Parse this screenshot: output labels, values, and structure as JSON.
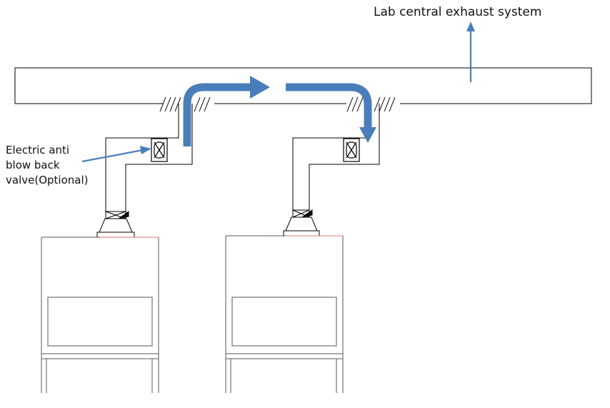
{
  "labels": {
    "exhaust_system": "Lab central exhaust system",
    "valve_line1": "Electric anti",
    "valve_line2": "blow back",
    "valve_line3": "valve(Optional)"
  },
  "colors": {
    "arrow": "#4a7ebb",
    "line": "#000000",
    "accent_red": "#e07070",
    "cabinet_line": "#555555"
  },
  "components": {
    "main_duct": "exhaust-duct",
    "valves": 2,
    "cabinets": 2
  }
}
